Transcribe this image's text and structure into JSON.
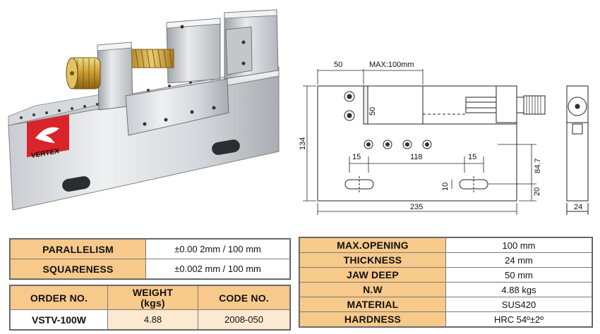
{
  "product": {
    "brand_logo_text": "VERTEX"
  },
  "drawing": {
    "dims": {
      "jaw_width": "50",
      "max_opening": "MAX:100mm",
      "jaw_height": "50",
      "overall_height": "134",
      "hole_offset_left": "15",
      "hole_spacing": "118",
      "hole_offset_right": "15",
      "slot_width": "10",
      "center_height": "84.7",
      "slot_height": "20",
      "overall_length": "235",
      "thickness": "24"
    }
  },
  "accuracy_table": {
    "rows": [
      {
        "label": "PARALLELISM",
        "value": "±0.00 2mm / 100 mm"
      },
      {
        "label": "SQUARENESS",
        "value": "±0.002 mm / 100 mm"
      }
    ]
  },
  "order_table": {
    "headers": {
      "order_no": "ORDER NO.",
      "weight_line1": "WEIGHT",
      "weight_line2": "(kgs)",
      "code_no": "CODE NO."
    },
    "row": {
      "order_no": "VSTV-100W",
      "weight": "4.88",
      "code_no": "2008-050"
    }
  },
  "spec_table": {
    "rows": [
      {
        "label": "MAX.OPENING",
        "value": "100 mm"
      },
      {
        "label": "THICKNESS",
        "value": "24 mm"
      },
      {
        "label": "JAW DEEP",
        "value": "50 mm"
      },
      {
        "label": "N.W",
        "value": "4.88 kgs"
      },
      {
        "label": "MATERIAL",
        "value": "SUS420"
      },
      {
        "label": "HARDNESS",
        "value": "HRC 54º±2º"
      }
    ]
  },
  "colors": {
    "label_fill": "#f7c98b",
    "value_tint": "#fde9cf",
    "logo_red": "#d9242b"
  }
}
